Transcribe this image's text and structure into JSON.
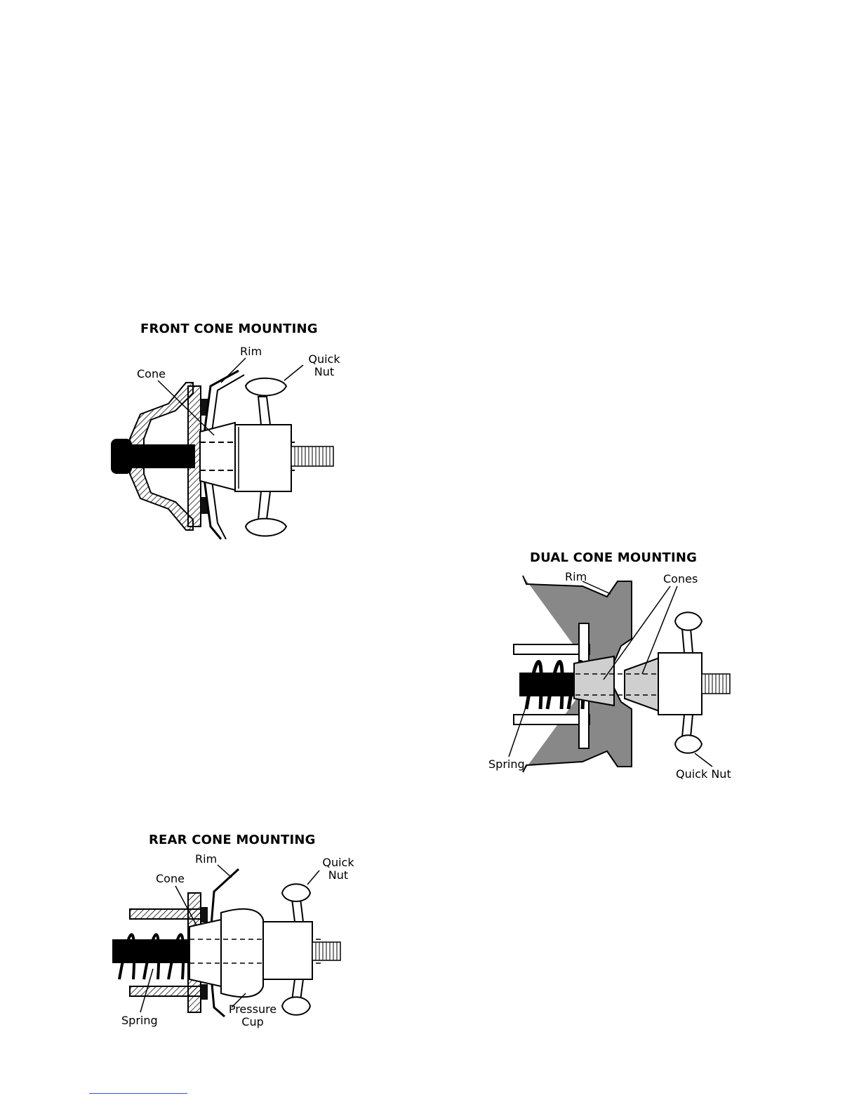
{
  "front": {
    "title": "FRONT CONE MOUNTING",
    "labels": {
      "rim": "Rim",
      "cone": "Cone",
      "quick_nut_line1": "Quick",
      "quick_nut_line2": "Nut"
    }
  },
  "dual": {
    "title": "DUAL CONE MOUNTING",
    "labels": {
      "rim": "Rim",
      "cones": "Cones",
      "spring": "Spring",
      "quick_nut": "Quick Nut"
    }
  },
  "rear": {
    "title": "REAR CONE MOUNTING",
    "labels": {
      "rim": "Rim",
      "cone": "Cone",
      "spring": "Spring",
      "quick_nut_line1": "Quick",
      "quick_nut_line2": "Nut",
      "pressure_cup_line1": "Pressure",
      "pressure_cup_line2": "Cup"
    }
  },
  "colors": {
    "ink": "#000000",
    "cone_shade": "#cfcfcf",
    "footer_rule": "#3355cc"
  }
}
